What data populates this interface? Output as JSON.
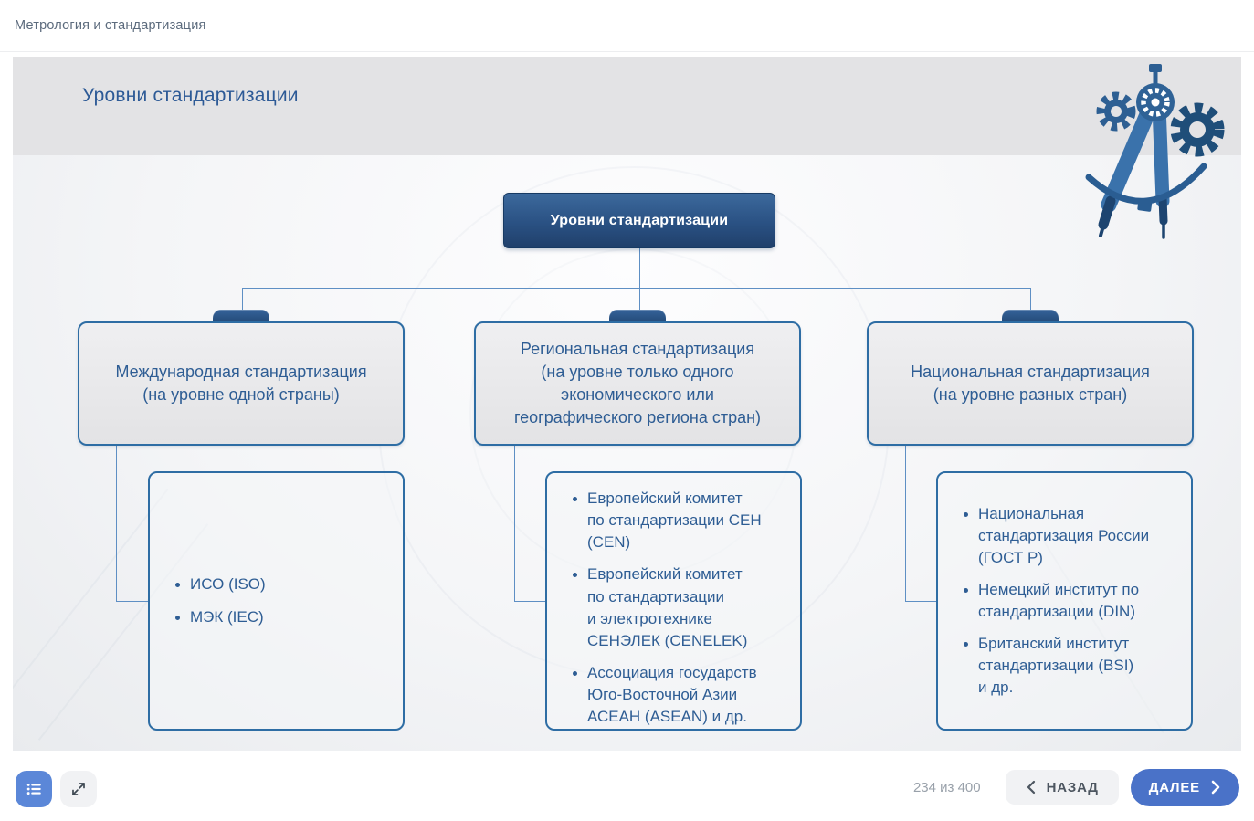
{
  "topbar": {
    "title": "Метрология и стандартизация"
  },
  "slide": {
    "title": "Уровни стандартизации",
    "illustration": "compass-and-gears",
    "diagram": {
      "root_label": "Уровни стандартизации",
      "columns": [
        {
          "box_lines": [
            "Международная стандартизация",
            "(на уровне одной страны)"
          ],
          "items": [
            [
              "ИСО (ISO)"
            ],
            [
              "МЭК (IEC)"
            ]
          ]
        },
        {
          "box_lines": [
            "Региональная стандартизация",
            "(на уровне только одного",
            "экономического или",
            "географического региона стран)"
          ],
          "items": [
            [
              "Европейский комитет",
              "по стандартизации СЕН",
              "(CEN)"
            ],
            [
              "Европейский комитет",
              "по стандартизации",
              "и электротехнике",
              "СЕНЭЛЕК (CENELEK)"
            ],
            [
              "Ассоциация государств",
              "Юго-Восточной Азии",
              "АСЕАН (ASEAN) и др."
            ]
          ]
        },
        {
          "box_lines": [
            "Национальная стандартизация",
            "(на уровне разных стран)"
          ],
          "items": [
            [
              "Национальная",
              "стандартизация России",
              "(ГОСТ Р)"
            ],
            [
              "Немецкий институт по",
              "стандартизации (DIN)"
            ],
            [
              "Британский институт",
              "стандартизации (BSI)",
              "и др."
            ]
          ]
        }
      ]
    }
  },
  "footer": {
    "progress": "234 из 400",
    "back_label": "НАЗАД",
    "next_label": "ДАЛЕЕ"
  },
  "icons": {
    "contents": "bullet-list-icon",
    "fullscreen": "expand-arrows-icon",
    "back": "chevron-left-icon",
    "next": "chevron-right-icon"
  },
  "colors": {
    "root_node": "#2a5183",
    "box_border": "#2e6da4",
    "diagram_text": "#2e5d94",
    "connector": "#5e8fc4",
    "header_band": "#e3e3e5",
    "next_button": "#4a72c8",
    "contents_button": "#5b87d8",
    "progress_text": "#99a1aa"
  }
}
